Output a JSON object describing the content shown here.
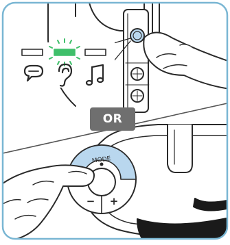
{
  "separator_label": "OR",
  "button_label": "MODE",
  "button_symbols": {
    "minus": "−",
    "plus": "+"
  },
  "mode_indicators": [
    {
      "icon": "speech-bubble-icon",
      "state": "off"
    },
    {
      "icon": "ear-icon",
      "state": "on"
    },
    {
      "icon": "music-note-icon",
      "state": "off"
    }
  ],
  "colors": {
    "frame_border": "#79b6d3",
    "button_highlight": "#b9d7ee",
    "indicator_active": "#3fbf6a",
    "line_art": "#2a2a2a",
    "badge": "#6f6f6f"
  }
}
